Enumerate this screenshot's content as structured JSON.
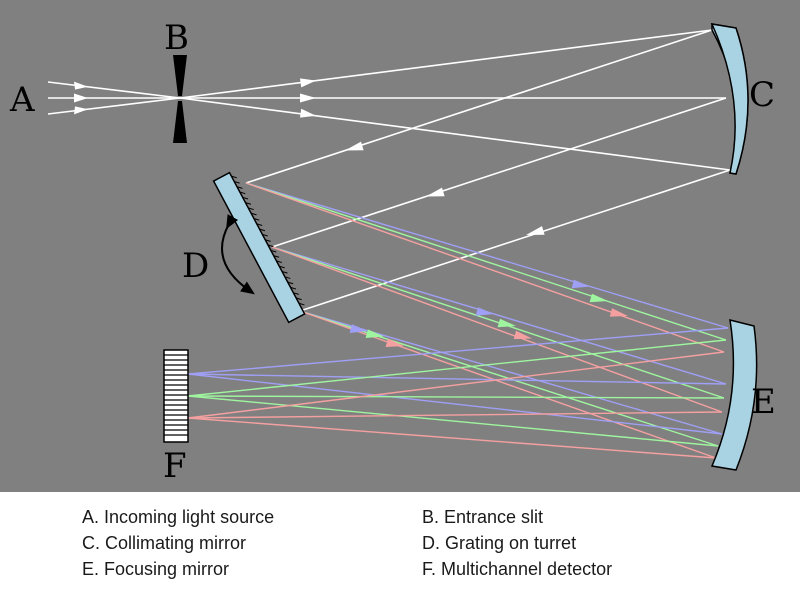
{
  "labels": {
    "a": "A",
    "b": "B",
    "c": "C",
    "d": "D",
    "e": "E",
    "f": "F"
  },
  "legend": [
    "A. Incoming light source",
    "B. Entrance slit",
    "C. Collimating mirror",
    "D. Grating on turret",
    "E. Focusing mirror",
    "F. Multichannel detector"
  ],
  "colors": {
    "background": "#808080",
    "white_light": "#ffffff",
    "blue_ray": "#9f9ff5",
    "green_ray": "#9ff59f",
    "red_ray": "#f5a0a0",
    "mirror_fill": "#a9d3e3"
  }
}
